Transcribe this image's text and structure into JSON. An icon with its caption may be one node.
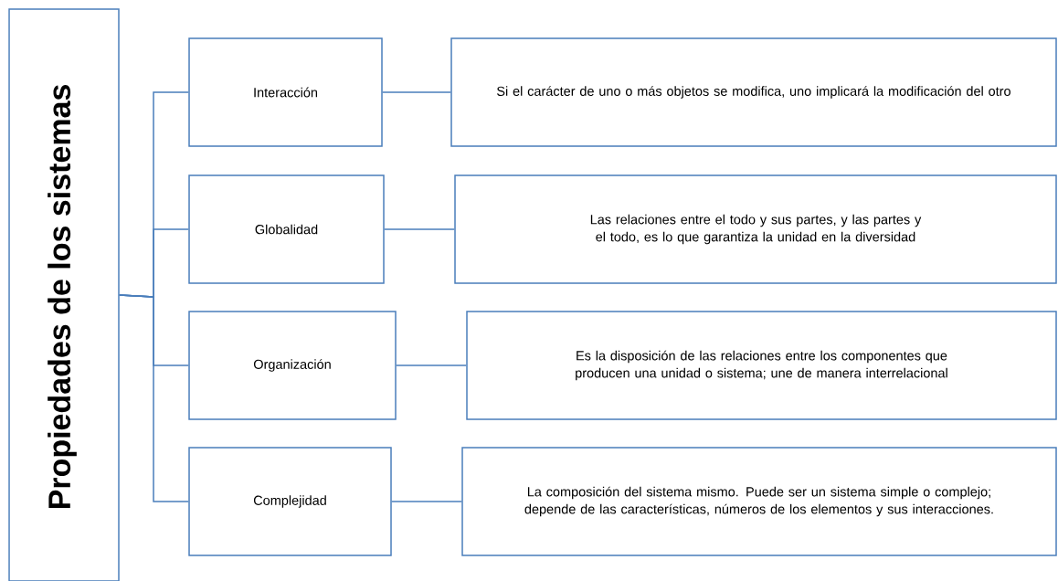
{
  "diagram": {
    "nodes": [
      {
        "text": [
          "Propiedades de los sistemas"
        ]
      },
      {
        "text": [
          "Interacción"
        ]
      },
      {
        "text": [
          "Si el carácter de uno o más objetos se modifica, uno implicará la modificación del otro"
        ]
      },
      {
        "text": [
          "Globalidad"
        ]
      },
      {
        "text": [
          "Las relaciones entre el todo y sus partes, y las partes y el todo, es lo que garantiza la unidad en la diversidad"
        ]
      },
      {
        "text": [
          "Organización"
        ]
      },
      {
        "text": [
          "Es la disposición de las relaciones entre los componentes que producen una unidad o sistema; une de manera interrelacional"
        ]
      },
      {
        "text": [
          "Complejidad"
        ]
      },
      {
        "text": [
          "La composición del sistema mismo. Puede ser un sistema simple o complejo; depende de las características, números de los elementos y sus interacciones."
        ]
      }
    ],
    "edges": [
      {
        "from": 0,
        "to": 1,
        "arrow": "none"
      },
      {
        "from": 0,
        "to": 3,
        "arrow": "none"
      },
      {
        "from": 0,
        "to": 5,
        "arrow": "none"
      },
      {
        "from": 0,
        "to": 7,
        "arrow": "none"
      },
      {
        "from": 1,
        "to": 2,
        "arrow": "none"
      },
      {
        "from": 3,
        "to": 4,
        "arrow": "none"
      },
      {
        "from": 5,
        "to": 6,
        "arrow": "none"
      },
      {
        "from": 7,
        "to": 8,
        "arrow": "none"
      }
    ]
  }
}
